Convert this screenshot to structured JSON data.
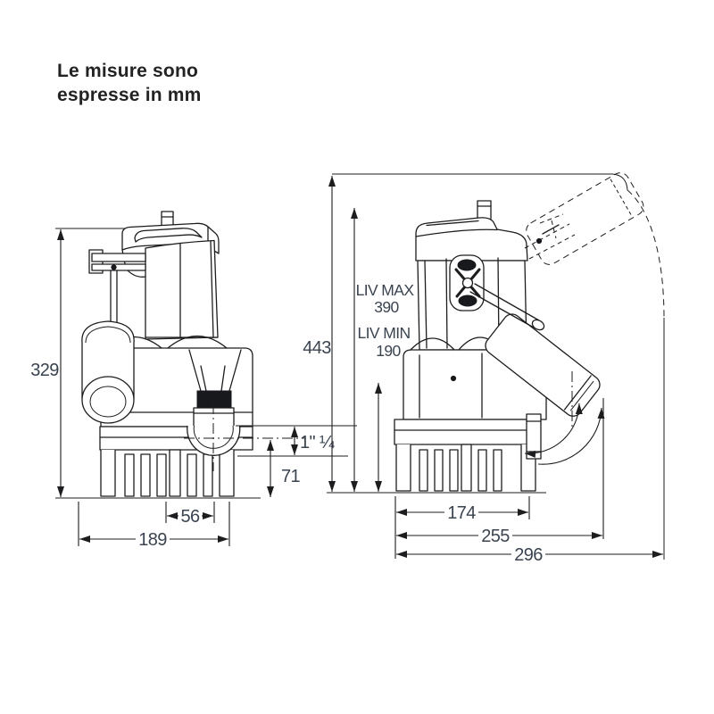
{
  "note": {
    "line1": "Le misure sono",
    "line2": "espresse in mm"
  },
  "left_view": {
    "description": "pump front view with float cylinder and threaded discharge elbow",
    "dims": {
      "height": "329",
      "port_size": "1\" ¼",
      "port_center_height": "71",
      "port_offset_width": "56",
      "base_width": "189"
    }
  },
  "right_view": {
    "description": "pump side view with tilting float switch shown in min and max positions",
    "dims": {
      "total_height": "443",
      "liv_max_label": "LIV MAX",
      "liv_max_value": "390",
      "liv_min_label": "LIV MIN",
      "liv_min_value": "190",
      "strainer_width": "174",
      "width_with_float": "255",
      "overall_width": "296"
    }
  },
  "colors": {
    "line": "#1d1d1f",
    "dimension_text": "#3a4450",
    "thread_fill": "#17191c",
    "background": "#ffffff"
  }
}
